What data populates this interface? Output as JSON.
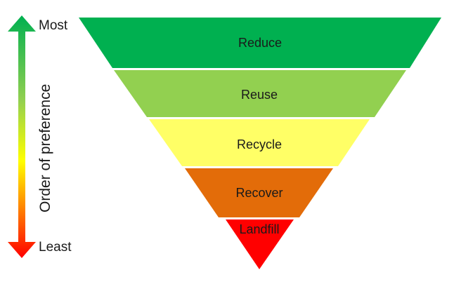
{
  "axis": {
    "title": "Order of preference",
    "top_label": "Most",
    "bottom_label": "Least"
  },
  "tiers": [
    {
      "label": "Reduce",
      "color": "#00B050"
    },
    {
      "label": "Reuse",
      "color": "#92D050"
    },
    {
      "label": "Recycle",
      "color": "#FFFF66"
    },
    {
      "label": "Recover",
      "color": "#E36C09"
    },
    {
      "label": "Landfill",
      "color": "#FF0000"
    }
  ],
  "arrow_gradient": [
    "#00B050",
    "#92D050",
    "#FFFF00",
    "#FF0000"
  ]
}
